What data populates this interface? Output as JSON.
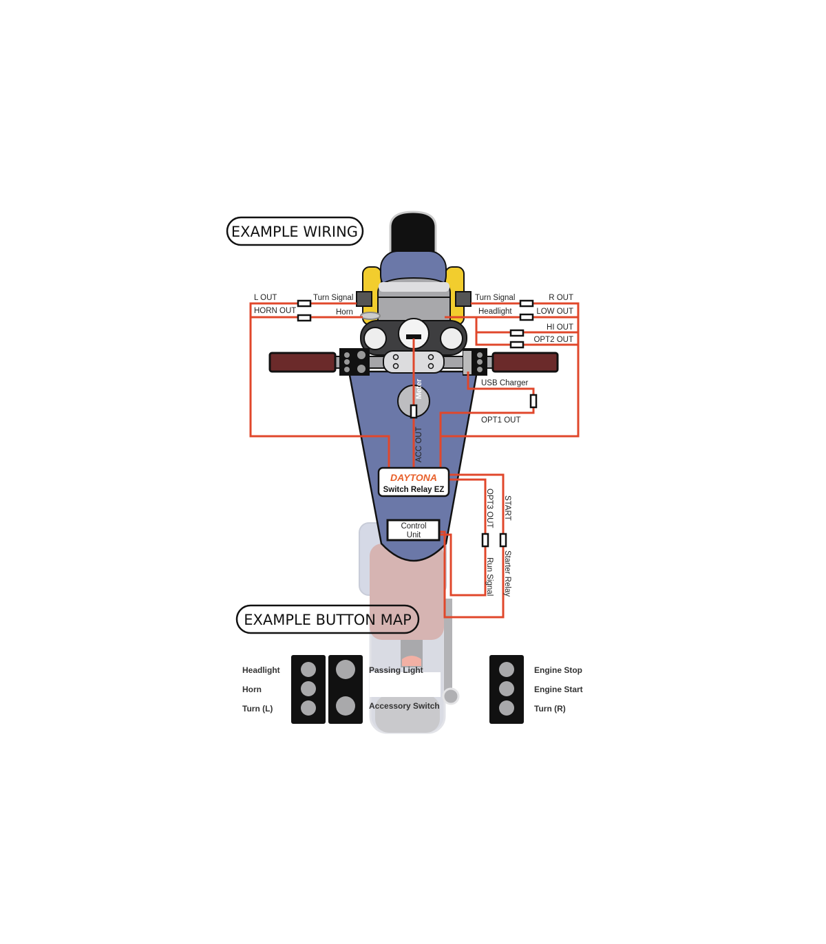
{
  "wiring": {
    "title": "EXAMPLE WIRING",
    "labels": {
      "l_out": "L OUT",
      "horn_out": "HORN OUT",
      "turn_signal_left": "Turn Signal",
      "horn": "Horn",
      "turn_signal_right": "Turn Signal",
      "r_out": "R OUT",
      "headlight": "Headlight",
      "low_out": "LOW OUT",
      "hi_out": "HI OUT",
      "opt2_out": "OPT2 OUT",
      "usb_charger": "USB Charger",
      "opt1_out": "OPT1 OUT",
      "meter": "Meter",
      "acc_out": "ACC OUT",
      "opt3_out": "OPT3 OUT",
      "start": "START",
      "run_signal": "Run Signal",
      "starter_relay": "Starter Relay"
    },
    "relay": {
      "brand": "DAYTONA",
      "name": "Switch Relay EZ"
    },
    "control_unit": {
      "line1": "Control",
      "line2": "Unit"
    }
  },
  "button_map": {
    "title": "EXAMPLE BUTTON MAP",
    "left": [
      "Headlight",
      "Horn",
      "Turn (L)"
    ],
    "middle": [
      "Passing Light",
      "Accessory Switch"
    ],
    "right": [
      "Engine Stop",
      "Engine Start",
      "Turn (R)"
    ]
  },
  "colors": {
    "wire": "#e0472b",
    "body": "#6b78a8",
    "brand": "#e8602a"
  }
}
